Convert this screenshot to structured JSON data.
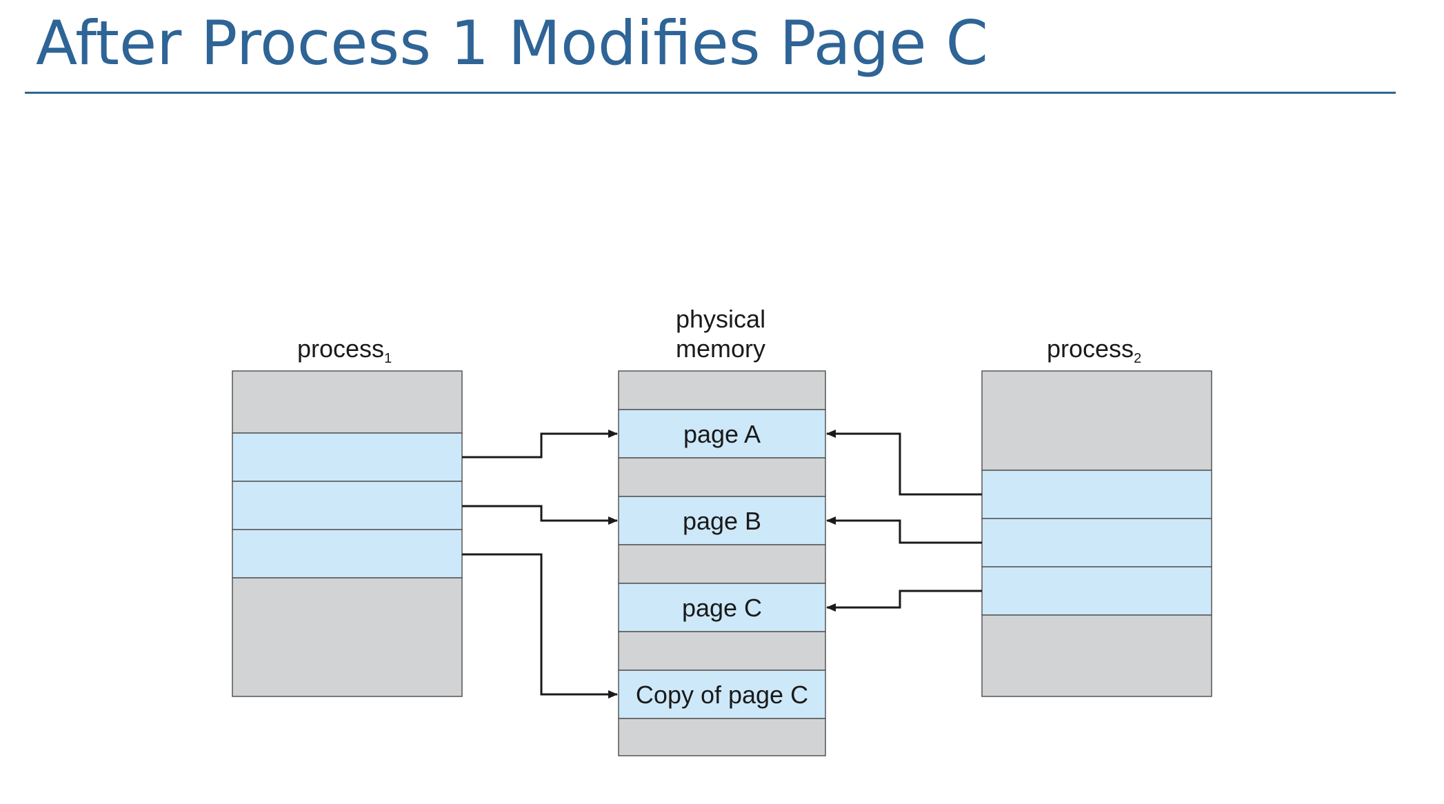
{
  "title": "After Process 1 Modifies Page C",
  "colors": {
    "title": "#2e6496",
    "gray_block": "#d2d3d5",
    "blue_block": "#cde8f9",
    "border": "#555555",
    "arrow": "#1a1a1a"
  },
  "labels": {
    "process1_main": "process",
    "process1_sub": "1",
    "process2_main": "process",
    "process2_sub": "2",
    "memory_line1": "physical",
    "memory_line2": "memory"
  },
  "pages": {
    "page_a": "page A",
    "page_b": "page B",
    "page_c": "page C",
    "copy_c": "Copy of page C"
  }
}
